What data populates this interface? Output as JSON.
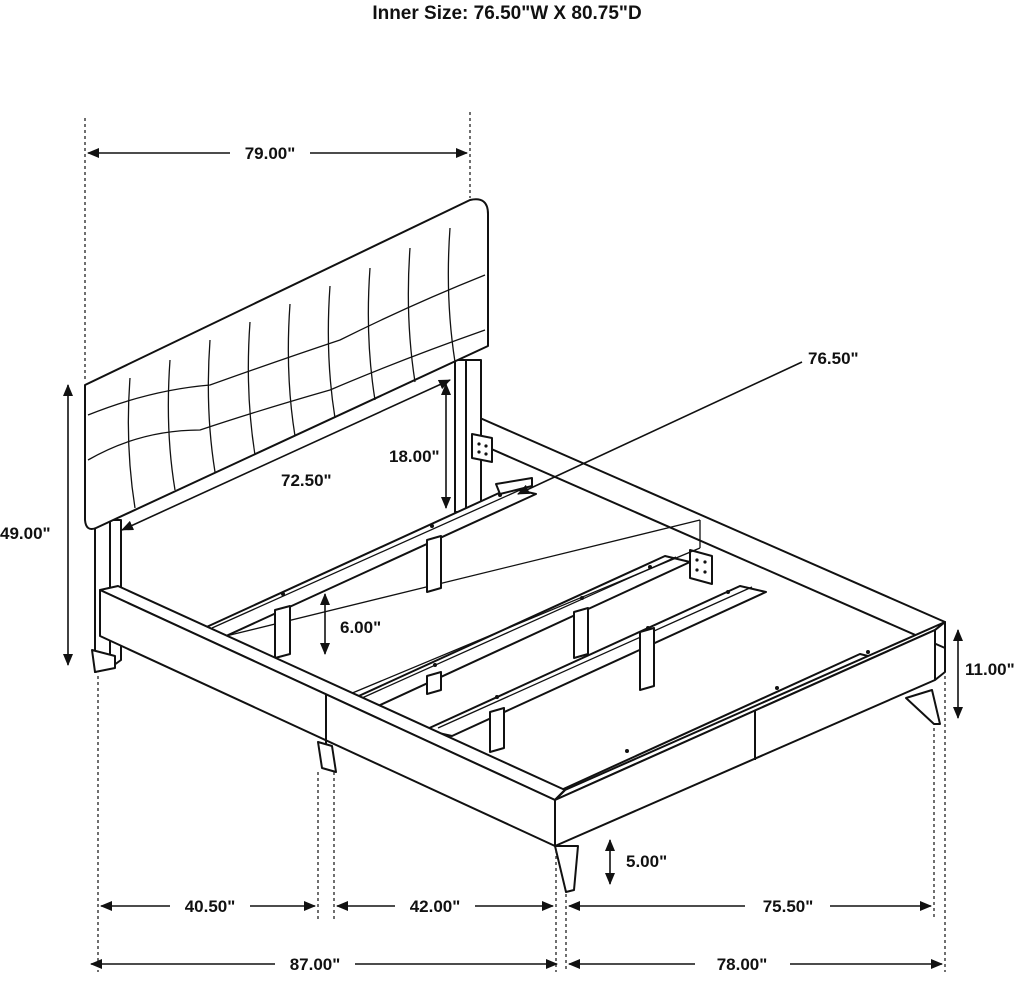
{
  "title": "Inner Size: 76.50\"W X 80.75\"D",
  "dimensions": {
    "headboard_width": "79.00\"",
    "inner_width": "76.50\"",
    "headboard_panel_width": "72.50\"",
    "headboard_leg_height": "18.00\"",
    "overall_height": "49.00\"",
    "center_support": "6.00\"",
    "rail_height": "11.00\"",
    "leg_height": "5.00\"",
    "left_segment": "40.50\"",
    "middle_segment": "42.00\"",
    "side_length": "75.50\"",
    "overall_width": "87.00\"",
    "overall_length": "78.00\""
  }
}
